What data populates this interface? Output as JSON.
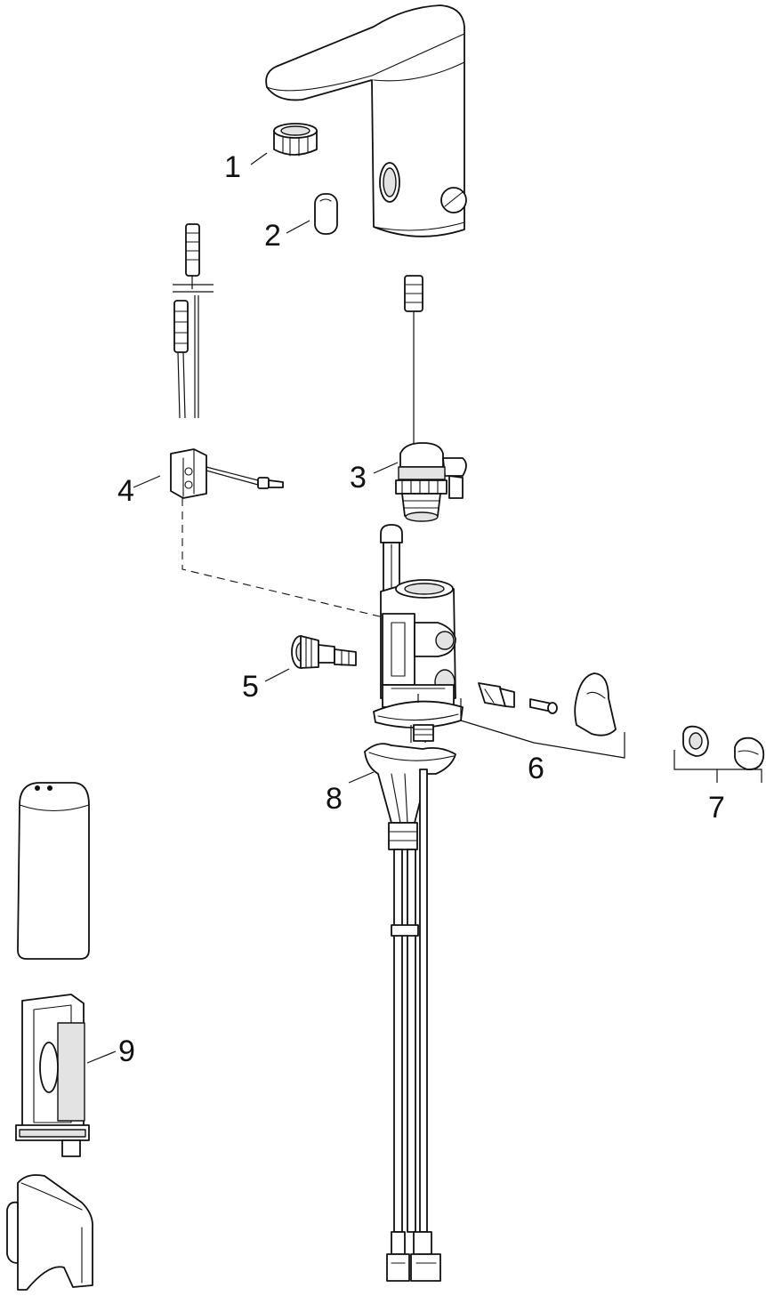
{
  "diagram": {
    "callouts": [
      {
        "id": "1",
        "label": "1"
      },
      {
        "id": "2",
        "label": "2"
      },
      {
        "id": "3",
        "label": "3"
      },
      {
        "id": "4",
        "label": "4"
      },
      {
        "id": "5",
        "label": "5"
      },
      {
        "id": "6",
        "label": "6"
      },
      {
        "id": "7",
        "label": "7"
      },
      {
        "id": "8",
        "label": "8"
      },
      {
        "id": "9",
        "label": "9"
      }
    ],
    "colors": {
      "line": "#111111",
      "fill": "#ffffff",
      "shade": "#e3e3e3"
    }
  }
}
